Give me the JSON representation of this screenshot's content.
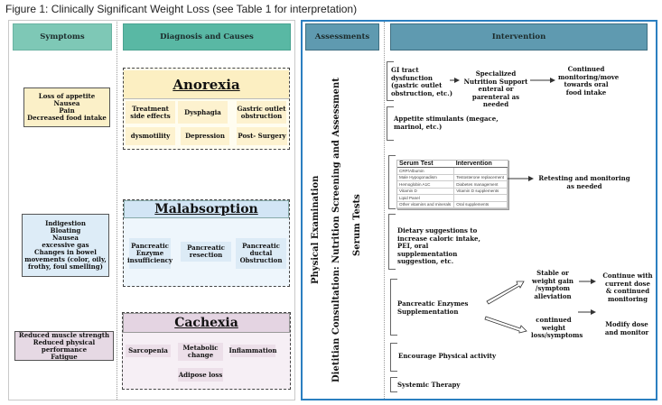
{
  "caption": "Figure 1: Clinically Significant Weight Loss (see Table 1 for interpretation)",
  "headers": {
    "symptoms": "Symptoms",
    "diagnosis": "Diagnosis and Causes",
    "assessments": "Assessments",
    "intervention": "Intervention"
  },
  "symptoms": [
    {
      "lines": [
        "Loss of appetite",
        "Nausea",
        "Pain",
        "Decreased food intake"
      ],
      "color": "#fbf0c8"
    },
    {
      "lines": [
        "Indigestion",
        "Bloating",
        "Nausea",
        "excessive gas",
        "Changes in bowel",
        "movements (color, oily,",
        "frothy, foul smelling)"
      ],
      "color": "#ddecf7"
    },
    {
      "lines": [
        "Reduced muscle strength",
        "Reduced physical performance",
        "Fatigue"
      ],
      "color": "#e6d9e4"
    }
  ],
  "diagnoses": {
    "anorexia": {
      "title": "Anorexia",
      "causes": [
        "Treatment side effects",
        "Dysphagia",
        "Gastric outlet obstruction",
        "dysmotility",
        "Depression",
        "Post- Surgery"
      ]
    },
    "malabsorption": {
      "title": "Malabsorption",
      "causes": [
        "Pancreatic Enzyme insufficiency",
        "Pancreatic resection",
        "Pancreatic ductal Obstruction"
      ]
    },
    "cachexia": {
      "title": "Cachexia",
      "causes": [
        "Sarcopenia",
        "Metabolic change",
        "Inflammation",
        "Adipose loss"
      ]
    }
  },
  "assessments": [
    "Physical Examination",
    "Dietitian Consultation: Nutrition Screening and Assessment",
    "Serum Tests"
  ],
  "interventions": {
    "gi": {
      "label": "GI tract dysfunction (gastric outlet obstruction, etc.)",
      "step2": "Specialized Nutrition Support enteral or parenteral as needed",
      "step3": "Continued monitoring/move towards oral food intake"
    },
    "appetite": "Appetite stimulants (megace, marinol, etc.)",
    "serum_table": {
      "headers": [
        "Serum Test",
        "Intervention"
      ],
      "rows": [
        [
          "CRP/Albumin",
          ""
        ],
        [
          "Male Hypogonadism",
          "Testosterone replacement"
        ],
        [
          "Hemoglobin A1C",
          "Diabetes management"
        ],
        [
          "Vitamin D",
          "Vitamin D supplements"
        ],
        [
          "Lipid Panel",
          ""
        ],
        [
          "Other vitamins and minerals",
          "Oral supplements"
        ]
      ],
      "outcome": "Retesting and monitoring  as needed"
    },
    "dietary": "Dietary suggestions to increase caloric intake, PEI, oral supplementation suggestion, etc.",
    "enzymes": {
      "label": "Pancreatic Enzymes Supplementation",
      "positive": "Stable or weight gain /symptom alleviation",
      "positive_action": "Continue with current dose & continued monitoring",
      "negative": "continued weight loss/symptoms",
      "negative_action": "Modify dose and monitor"
    },
    "physical": "Encourage Physical activity",
    "systemic": "Systemic Therapy"
  },
  "colors": {
    "symptoms_header": "#7ec8b6",
    "diagnosis_header": "#59b8a4",
    "assessment_header": "#5f9ab0",
    "right_panel_border": "#2b7fc0",
    "anorexia": "#fcefc2",
    "malabsorption": "#d2e5f5",
    "cachexia": "#e4d4e2"
  }
}
